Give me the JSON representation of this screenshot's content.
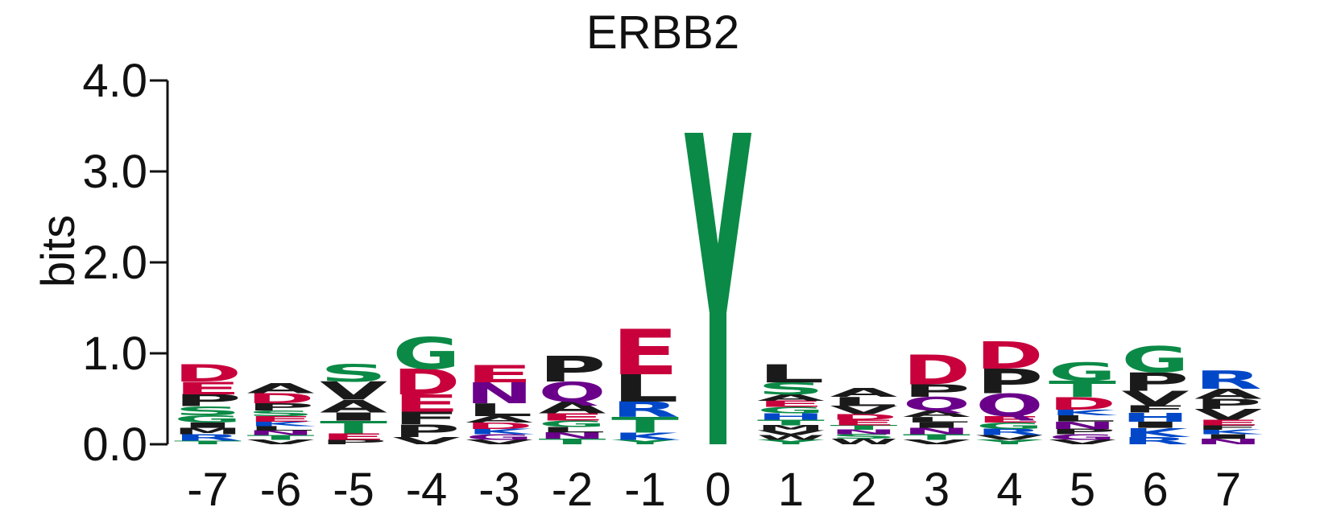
{
  "chart_data": {
    "type": "sequence-logo",
    "title": "ERBB2",
    "ylabel": "bits",
    "ylim": [
      0,
      4
    ],
    "yticks": [
      {
        "value": 0,
        "label": "0.0"
      },
      {
        "value": 1,
        "label": "1.0"
      },
      {
        "value": 2,
        "label": "2.0"
      },
      {
        "value": 3,
        "label": "3.0"
      },
      {
        "value": 4,
        "label": "4.0"
      }
    ],
    "colors": {
      "acidic": "#c8003c",
      "hydrophobic": "#1a1a1a",
      "polar": "#0a8a46",
      "amide": "#6a008a",
      "basic": "#0048c8"
    },
    "positions": [
      {
        "label": "-7",
        "letters": [
          {
            "aa": "T",
            "h": 0.04,
            "color": "#0a8a46"
          },
          {
            "aa": "R",
            "h": 0.07,
            "color": "#0048c8"
          },
          {
            "aa": "M",
            "h": 0.07,
            "color": "#1a1a1a"
          },
          {
            "aa": "I",
            "h": 0.06,
            "color": "#1a1a1a"
          },
          {
            "aa": "G",
            "h": 0.08,
            "color": "#0a8a46"
          },
          {
            "aa": "S",
            "h": 0.1,
            "color": "#0a8a46"
          },
          {
            "aa": "P",
            "h": 0.13,
            "color": "#1a1a1a"
          },
          {
            "aa": "E",
            "h": 0.14,
            "color": "#c8003c"
          },
          {
            "aa": "D",
            "h": 0.19,
            "color": "#c8003c"
          }
        ]
      },
      {
        "label": "-6",
        "letters": [
          {
            "aa": "V",
            "h": 0.05,
            "color": "#1a1a1a"
          },
          {
            "aa": "T",
            "h": 0.05,
            "color": "#0a8a46"
          },
          {
            "aa": "N",
            "h": 0.05,
            "color": "#6a008a"
          },
          {
            "aa": "L",
            "h": 0.05,
            "color": "#1a1a1a"
          },
          {
            "aa": "K",
            "h": 0.05,
            "color": "#0048c8"
          },
          {
            "aa": "E",
            "h": 0.06,
            "color": "#c8003c"
          },
          {
            "aa": "S",
            "h": 0.06,
            "color": "#0a8a46"
          },
          {
            "aa": "P",
            "h": 0.08,
            "color": "#1a1a1a"
          },
          {
            "aa": "D",
            "h": 0.11,
            "color": "#c8003c"
          },
          {
            "aa": "A",
            "h": 0.11,
            "color": "#1a1a1a"
          }
        ]
      },
      {
        "label": "-5",
        "letters": [
          {
            "aa": "P",
            "h": 0.05,
            "color": "#1a1a1a"
          },
          {
            "aa": "E",
            "h": 0.07,
            "color": "#c8003c"
          },
          {
            "aa": "T",
            "h": 0.14,
            "color": "#0a8a46"
          },
          {
            "aa": "I",
            "h": 0.09,
            "color": "#1a1a1a"
          },
          {
            "aa": "A",
            "h": 0.14,
            "color": "#1a1a1a"
          },
          {
            "aa": "V",
            "h": 0.2,
            "color": "#1a1a1a"
          },
          {
            "aa": "S",
            "h": 0.19,
            "color": "#0a8a46"
          }
        ]
      },
      {
        "label": "-4",
        "letters": [
          {
            "aa": "V",
            "h": 0.08,
            "color": "#1a1a1a"
          },
          {
            "aa": "P",
            "h": 0.14,
            "color": "#1a1a1a"
          },
          {
            "aa": "F",
            "h": 0.14,
            "color": "#1a1a1a"
          },
          {
            "aa": "E",
            "h": 0.19,
            "color": "#c8003c"
          },
          {
            "aa": "D",
            "h": 0.28,
            "color": "#c8003c"
          },
          {
            "aa": "G",
            "h": 0.35,
            "color": "#0a8a46"
          }
        ]
      },
      {
        "label": "-3",
        "letters": [
          {
            "aa": "V",
            "h": 0.05,
            "color": "#1a1a1a"
          },
          {
            "aa": "G",
            "h": 0.06,
            "color": "#6a008a"
          },
          {
            "aa": "K",
            "h": 0.06,
            "color": "#0048c8"
          },
          {
            "aa": "D",
            "h": 0.07,
            "color": "#c8003c"
          },
          {
            "aa": "A",
            "h": 0.07,
            "color": "#1a1a1a"
          },
          {
            "aa": "L",
            "h": 0.14,
            "color": "#1a1a1a"
          },
          {
            "aa": "N",
            "h": 0.23,
            "color": "#6a008a"
          },
          {
            "aa": "E",
            "h": 0.19,
            "color": "#c8003c"
          }
        ]
      },
      {
        "label": "-2",
        "letters": [
          {
            "aa": "T",
            "h": 0.06,
            "color": "#0a8a46"
          },
          {
            "aa": "N",
            "h": 0.07,
            "color": "#6a008a"
          },
          {
            "aa": "L",
            "h": 0.06,
            "color": "#1a1a1a"
          },
          {
            "aa": "G",
            "h": 0.07,
            "color": "#0a8a46"
          },
          {
            "aa": "E",
            "h": 0.08,
            "color": "#c8003c"
          },
          {
            "aa": "A",
            "h": 0.13,
            "color": "#1a1a1a"
          },
          {
            "aa": "Q",
            "h": 0.22,
            "color": "#6a008a"
          },
          {
            "aa": "P",
            "h": 0.28,
            "color": "#1a1a1a"
          }
        ]
      },
      {
        "label": "-1",
        "letters": [
          {
            "aa": "Y",
            "h": 0.05,
            "color": "#0a8a46"
          },
          {
            "aa": "K",
            "h": 0.08,
            "color": "#0048c8"
          },
          {
            "aa": "T",
            "h": 0.17,
            "color": "#0a8a46"
          },
          {
            "aa": "R",
            "h": 0.17,
            "color": "#0048c8"
          },
          {
            "aa": "L",
            "h": 0.3,
            "color": "#1a1a1a"
          },
          {
            "aa": "E",
            "h": 0.5,
            "color": "#c8003c"
          }
        ]
      },
      {
        "label": "0",
        "letters": [
          {
            "aa": "Y",
            "h": 3.43,
            "color": "#0a8a46"
          }
        ]
      },
      {
        "label": "1",
        "letters": [
          {
            "aa": "Y",
            "h": 0.05,
            "color": "#0a8a46"
          },
          {
            "aa": "W",
            "h": 0.05,
            "color": "#1a1a1a"
          },
          {
            "aa": "V",
            "h": 0.05,
            "color": "#1a1a1a"
          },
          {
            "aa": "M",
            "h": 0.06,
            "color": "#1a1a1a"
          },
          {
            "aa": "T",
            "h": 0.06,
            "color": "#0a8a46"
          },
          {
            "aa": "H",
            "h": 0.07,
            "color": "#0048c8"
          },
          {
            "aa": "G",
            "h": 0.07,
            "color": "#0a8a46"
          },
          {
            "aa": "E",
            "h": 0.07,
            "color": "#c8003c"
          },
          {
            "aa": "A",
            "h": 0.07,
            "color": "#1a1a1a"
          },
          {
            "aa": "S",
            "h": 0.13,
            "color": "#0a8a46"
          },
          {
            "aa": "L",
            "h": 0.2,
            "color": "#1a1a1a"
          }
        ]
      },
      {
        "label": "2",
        "letters": [
          {
            "aa": "W",
            "h": 0.06,
            "color": "#1a1a1a"
          },
          {
            "aa": "S",
            "h": 0.05,
            "color": "#0a8a46"
          },
          {
            "aa": "N",
            "h": 0.05,
            "color": "#6a008a"
          },
          {
            "aa": "T",
            "h": 0.05,
            "color": "#0a8a46"
          },
          {
            "aa": "E",
            "h": 0.06,
            "color": "#c8003c"
          },
          {
            "aa": "D",
            "h": 0.06,
            "color": "#c8003c"
          },
          {
            "aa": "V",
            "h": 0.09,
            "color": "#1a1a1a"
          },
          {
            "aa": "L",
            "h": 0.1,
            "color": "#1a1a1a"
          },
          {
            "aa": "A",
            "h": 0.1,
            "color": "#1a1a1a"
          }
        ]
      },
      {
        "label": "3",
        "letters": [
          {
            "aa": "V",
            "h": 0.05,
            "color": "#1a1a1a"
          },
          {
            "aa": "T",
            "h": 0.06,
            "color": "#0a8a46"
          },
          {
            "aa": "N",
            "h": 0.07,
            "color": "#6a008a"
          },
          {
            "aa": "I",
            "h": 0.06,
            "color": "#1a1a1a"
          },
          {
            "aa": "L",
            "h": 0.06,
            "color": "#1a1a1a"
          },
          {
            "aa": "A",
            "h": 0.07,
            "color": "#1a1a1a"
          },
          {
            "aa": "Q",
            "h": 0.15,
            "color": "#6a008a"
          },
          {
            "aa": "P",
            "h": 0.14,
            "color": "#1a1a1a"
          },
          {
            "aa": "D",
            "h": 0.33,
            "color": "#c8003c"
          }
        ]
      },
      {
        "label": "4",
        "letters": [
          {
            "aa": "Y",
            "h": 0.05,
            "color": "#0a8a46"
          },
          {
            "aa": "V",
            "h": 0.05,
            "color": "#1a1a1a"
          },
          {
            "aa": "R",
            "h": 0.07,
            "color": "#0048c8"
          },
          {
            "aa": "G",
            "h": 0.07,
            "color": "#0a8a46"
          },
          {
            "aa": "E",
            "h": 0.07,
            "color": "#c8003c"
          },
          {
            "aa": "Q",
            "h": 0.25,
            "color": "#6a008a"
          },
          {
            "aa": "P",
            "h": 0.27,
            "color": "#1a1a1a"
          },
          {
            "aa": "D",
            "h": 0.3,
            "color": "#c8003c"
          }
        ]
      },
      {
        "label": "5",
        "letters": [
          {
            "aa": "V",
            "h": 0.05,
            "color": "#1a1a1a"
          },
          {
            "aa": "G",
            "h": 0.06,
            "color": "#6a008a"
          },
          {
            "aa": "P",
            "h": 0.06,
            "color": "#1a1a1a"
          },
          {
            "aa": "N",
            "h": 0.08,
            "color": "#6a008a"
          },
          {
            "aa": "L",
            "h": 0.07,
            "color": "#1a1a1a"
          },
          {
            "aa": "K",
            "h": 0.06,
            "color": "#0048c8"
          },
          {
            "aa": "D",
            "h": 0.14,
            "color": "#c8003c"
          },
          {
            "aa": "T",
            "h": 0.18,
            "color": "#0a8a46"
          },
          {
            "aa": "G",
            "h": 0.2,
            "color": "#0a8a46"
          }
        ]
      },
      {
        "label": "6",
        "letters": [
          {
            "aa": "R",
            "h": 0.08,
            "color": "#0048c8"
          },
          {
            "aa": "K",
            "h": 0.1,
            "color": "#0048c8"
          },
          {
            "aa": "I",
            "h": 0.07,
            "color": "#1a1a1a"
          },
          {
            "aa": "H",
            "h": 0.1,
            "color": "#0048c8"
          },
          {
            "aa": "F",
            "h": 0.08,
            "color": "#1a1a1a"
          },
          {
            "aa": "V",
            "h": 0.16,
            "color": "#1a1a1a"
          },
          {
            "aa": "P",
            "h": 0.2,
            "color": "#1a1a1a"
          },
          {
            "aa": "G",
            "h": 0.29,
            "color": "#0a8a46"
          }
        ]
      },
      {
        "label": "7",
        "letters": [
          {
            "aa": "N",
            "h": 0.06,
            "color": "#6a008a"
          },
          {
            "aa": "I",
            "h": 0.05,
            "color": "#1a1a1a"
          },
          {
            "aa": "K",
            "h": 0.05,
            "color": "#0048c8"
          },
          {
            "aa": "F",
            "h": 0.05,
            "color": "#1a1a1a"
          },
          {
            "aa": "E",
            "h": 0.06,
            "color": "#c8003c"
          },
          {
            "aa": "V",
            "h": 0.12,
            "color": "#1a1a1a"
          },
          {
            "aa": "P",
            "h": 0.11,
            "color": "#1a1a1a"
          },
          {
            "aa": "A",
            "h": 0.11,
            "color": "#1a1a1a"
          },
          {
            "aa": "R",
            "h": 0.2,
            "color": "#0048c8"
          }
        ]
      }
    ]
  }
}
